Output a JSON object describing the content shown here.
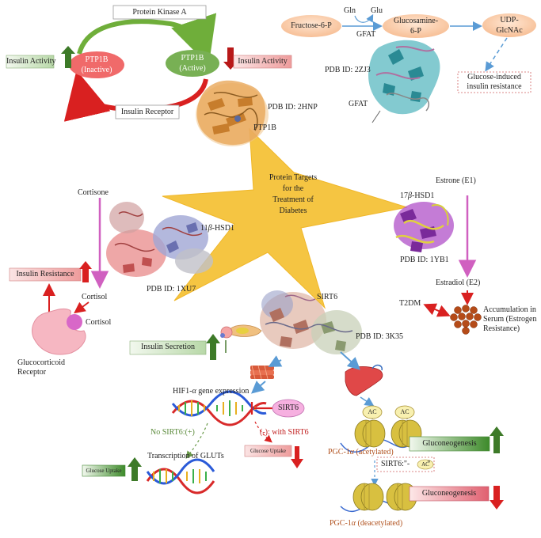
{
  "center": {
    "l1": "Protein Targets",
    "l2": "for the",
    "l3": "Treatment of",
    "l4": "Diabetes"
  },
  "ptp1b": {
    "kinase": "Protein Kinase A",
    "receptor": "Insulin Receptor",
    "inactive_l1": "PTP1B",
    "inactive_l2": "(Inactive)",
    "active_l1": "PTP1B",
    "active_l2": "(Active)",
    "activity_left": "Insulin Activity",
    "activity_right": "Insulin Activity",
    "pdb": "PDB ID: 2HNP",
    "name": "PTP1B"
  },
  "gfat": {
    "fructose": "Fructose-6-P",
    "gln": "Gln",
    "glu": "Glu",
    "enzyme_top": "GFAT",
    "glucosamine_l1": "Glucosamine-",
    "glucosamine_l2": "6-P",
    "udp_l1": "UDP-",
    "udp_l2": "GlcNAc",
    "resistance_l1": "Glucose-induced",
    "resistance_l2": "insulin resistance",
    "pdb": "PDB ID: 2ZJ3",
    "name": "GFAT"
  },
  "hsd11": {
    "cortisone": "Cortisone",
    "name_prefix": "11",
    "name_beta": "β",
    "name_suffix": "-HSD1",
    "pdb": "PDB ID: 1XU7",
    "cortisol_1": "Cortisol",
    "cortisol_2": "Cortisol",
    "insulin_resistance": "Insulin Resistance",
    "receptor_l1": "Glucocorticoid",
    "receptor_l2": "Receptor"
  },
  "hsd17": {
    "estrone": "Estrone (E1)",
    "name_prefix": "17",
    "name_beta": "β",
    "name_suffix": "-HSD1",
    "pdb": "PDB ID: 1YB1",
    "estradiol": "Estradiol (E2)",
    "t2dm": "T2DM",
    "accum_l1": "Accumulation in",
    "accum_l2": "Serum (Estrogen",
    "accum_l3": "Resistance)"
  },
  "sirt6": {
    "name": "SIRT6",
    "pdb": "PDB ID: 3K35",
    "insulin_secretion": "Insulin Secretion",
    "hif_prefix": "HIF1-",
    "hif_alpha": "α",
    "hif_suffix": " gene expression",
    "sirt6_badge": "SIRT6",
    "no_sirt6": "No SIRT6:(+)",
    "with_sirt6": "(-): with SIRT6",
    "glucose_uptake_low": "Glucose Uptake",
    "transcription": "Transcription of GLUTs",
    "glucose_uptake_high": "Glucose Uptake",
    "ac": "AC",
    "pgc_acetylated_prefix": "PGC-1",
    "pgc_alpha": "α",
    "pgc_acetylated_suffix": " (acetylated)",
    "gluconeogenesis_high": "Gluconeogenesis",
    "sirt6_deacetyl_prefix": "SIRT6:\"-",
    "sirt6_deacetyl_suffix": "\"",
    "gluconeogenesis_low": "Gluconeogenesis",
    "pgc_deacetylated_prefix": "PGC-1",
    "pgc_deacetylated_suffix": " (deacetylated)"
  },
  "colors": {
    "star": "#f5c542",
    "arrow_green": "#4a7a32",
    "arrow_red": "#d92020",
    "arrow_blue": "#5a9bd5",
    "arrow_pink": "#d060c0",
    "box_green": "#d8ead0",
    "box_red": "#f2b8b8",
    "peach": "#fbd3b5"
  }
}
